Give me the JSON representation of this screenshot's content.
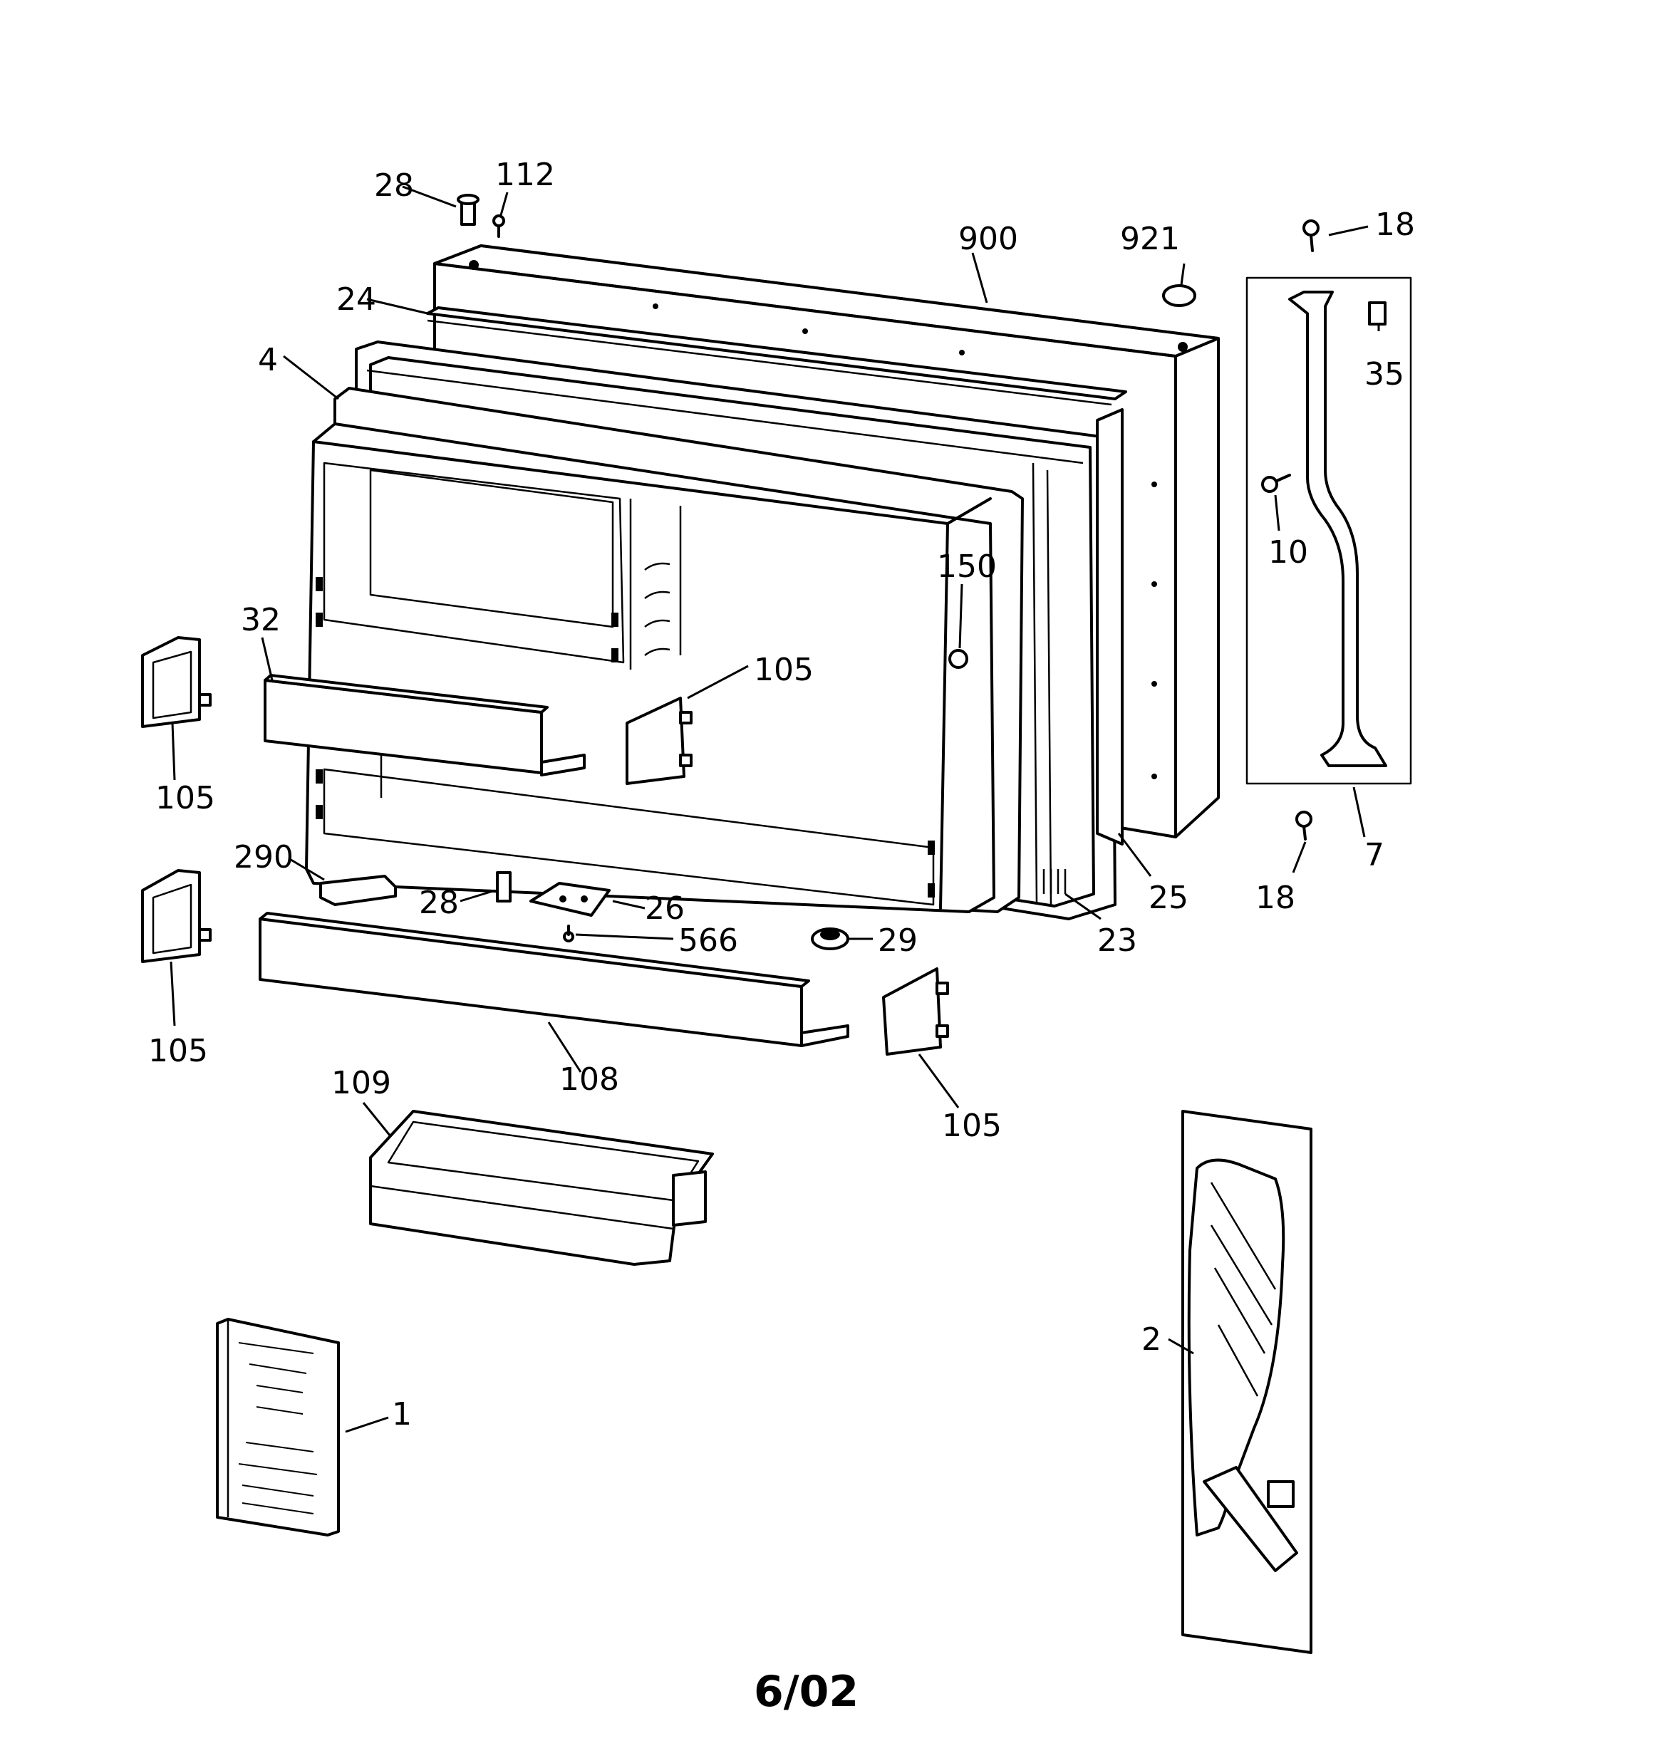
{
  "diagram": {
    "date_code": "6/02",
    "callouts": {
      "screw_top": "28",
      "screw_112": "112",
      "door_outer": "900",
      "plug_921": "921",
      "screw_18_top": "18",
      "gasket_top": "24",
      "door_liner": "4",
      "cap_35": "35",
      "screw_10": "10",
      "stop_150": "150",
      "shelf_front_32": "32",
      "bracket_105_mid": "105",
      "bracket_105_left_top": "105",
      "handle_7": "7",
      "screw_18_bottom": "18",
      "gasket_25": "25",
      "gasket_23": "23",
      "item_290": "290",
      "pin_28": "28",
      "hinge_26": "26",
      "screw_566": "566",
      "plug_29": "29",
      "bracket_105_left_bottom": "105",
      "shelf_108": "108",
      "bracket_105_right": "105",
      "bin_109": "109",
      "manual_1": "1",
      "kit_2": "2"
    }
  }
}
